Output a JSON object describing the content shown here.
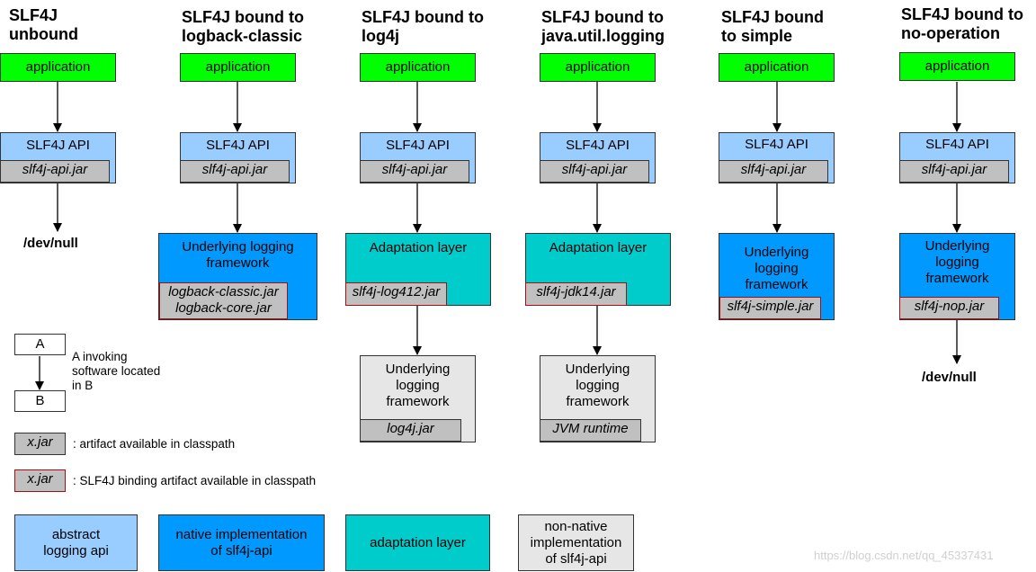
{
  "columns": [
    {
      "title": "SLF4J\nunbound"
    },
    {
      "title": "SLF4J bound to\nlogback-classic"
    },
    {
      "title": "SLF4J bound to\nlog4j"
    },
    {
      "title": "SLF4J bound to\njava.util.logging"
    },
    {
      "title": "SLF4J bound\nto simple"
    },
    {
      "title": "SLF4J bound to\nno-operation"
    }
  ],
  "labels": {
    "application": "application",
    "slf4j_api": "SLF4J API",
    "slf4j_api_jar": "slf4j-api.jar",
    "dev_null": "/dev/null",
    "underlying_logging_framework": "Underlying logging framework",
    "underlying_logging_framework_3line": "Underlying\nlogging\nframework",
    "adaptation_layer": "Adaptation layer"
  },
  "jars": {
    "logback": "logback-classic.jar\nlogback-core.jar",
    "log412": "slf4j-log412.jar",
    "jdk14": "slf4j-jdk14.jar",
    "log4j": "log4j.jar",
    "jvm": "JVM runtime",
    "simple": "slf4j-simple.jar",
    "nop": "slf4j-nop.jar"
  },
  "legend": {
    "a": "A",
    "b": "B",
    "invoking": "A invoking\nsoftware located\nin B",
    "xjar": "x.jar",
    "artifact": ": artifact available in classpath",
    "binding": ": SLF4J binding artifact available in classpath",
    "abstract": "abstract\nlogging api",
    "native": "native implementation\nof slf4j-api",
    "adaptation": "adaptation layer",
    "non_native": "non-native\nimplementation\nof slf4j-api"
  },
  "colors": {
    "application": "#00ff00",
    "abstract_api": "#99ccff",
    "native": "#0099ff",
    "adaptation": "#00cccc",
    "non_native": "#e6e6e6",
    "jar": "#c0c0c0",
    "binding_border": "#a01010"
  },
  "watermark": "https://blog.csdn.net/qq_45337431"
}
